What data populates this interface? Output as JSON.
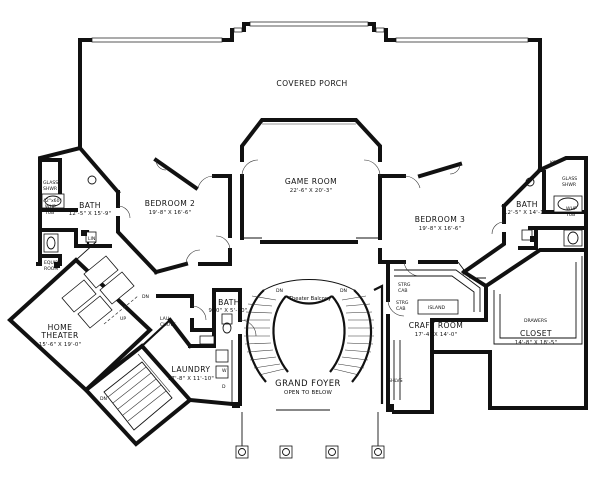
{
  "rooms": {
    "covered_porch": {
      "name": "COVERED PORCH"
    },
    "game_room": {
      "name": "GAME ROOM",
      "dims": "22'-6\" X 20'-3\""
    },
    "bedroom2": {
      "name": "BEDROOM 2",
      "dims": "19'-8\" X 16'-6\""
    },
    "bedroom3": {
      "name": "BEDROOM 3",
      "dims": "19'-8\" X 16'-6\""
    },
    "bath_left": {
      "name": "BATH",
      "dims": "12'-5\" X 15'-9\""
    },
    "bath_right": {
      "name": "BATH",
      "dims": "12'-5\" X 14'-10\""
    },
    "bath_center": {
      "name": "BATH",
      "dims": "9'-0\" X 5'-10\""
    },
    "home_theater": {
      "name_line1": "HOME",
      "name_line2": "THEATER",
      "dims": "15'-6\" X 19'-0\""
    },
    "laundry": {
      "name": "LAUNDRY",
      "dims": "17'-8\" X 11'-10\""
    },
    "grand_foyer": {
      "name": "GRAND FOYER",
      "sub": "OPEN TO BELOW"
    },
    "craft_room": {
      "name": "CRAFT ROOM",
      "dims": "17'-4\" X 14'-0\""
    },
    "closet": {
      "name": "CLOSET",
      "dims": "14'-8\" X 18'-5\""
    }
  },
  "labels": {
    "theater_balcony": "Theater Balcony",
    "glass_shwr_left": [
      "GLASS",
      "SHWR"
    ],
    "glass_shwr_right": [
      "GLASS",
      "SHWR"
    ],
    "whp_tub_left": [
      "42\"x60\"",
      "WHP",
      "TUB"
    ],
    "whp_tub_right": [
      "WHP",
      "TUB"
    ],
    "lin": "LIN",
    "equip_room": [
      "EQUIP",
      "ROOM"
    ],
    "lau_chute": [
      "LAU",
      "CHUTE"
    ],
    "dn_stair": "DN",
    "dn_left": "DN",
    "dn_right": "DN",
    "up": "UP",
    "dn_theater": "DN",
    "strg_cab_top": [
      "STRG",
      "CAB"
    ],
    "strg_cab_left": [
      "STRG",
      "CAB"
    ],
    "island": "ISLAND",
    "shlvs": "SHLVS",
    "drawers": "DRAWERS",
    "ks": "KS",
    "w": "W",
    "d": "D"
  }
}
